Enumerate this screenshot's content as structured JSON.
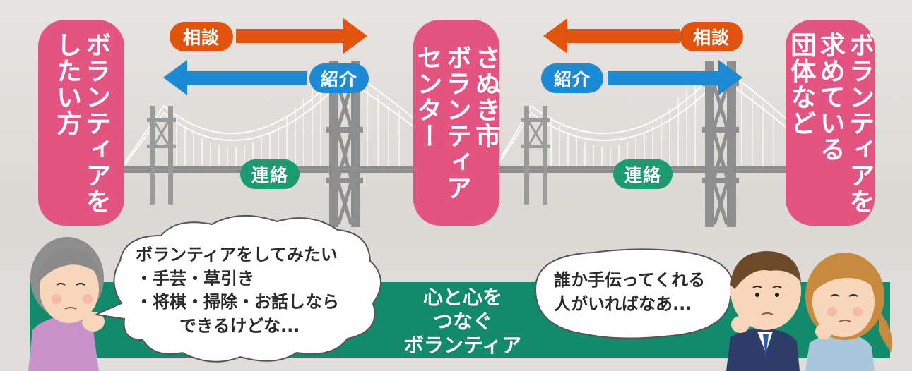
{
  "left_box": {
    "text": "ボランティアを\nしたい方"
  },
  "center_box": {
    "text": "さぬき市\nボランティア\nセンター"
  },
  "right_box": {
    "text": "ボランティアを\n求めている\n団体など"
  },
  "labels": {
    "consult": "相談",
    "introduce": "紹介",
    "contact": "連絡"
  },
  "banner": {
    "text": "心と心を\nつなぐ\nボランティア"
  },
  "left_bubble": {
    "title": "ボランティアをしてみたい",
    "line1": "・手芸・草引き",
    "line2": "・将棋・掃除・お話しなら",
    "line3": "できるけどな..."
  },
  "right_bubble": {
    "line1": "誰か手伝ってくれる",
    "line2": "人がいればなあ..."
  },
  "colors": {
    "pink": "#e35482",
    "orange": "#e2530e",
    "blue": "#1d8ad6",
    "green": "#1c9a72",
    "banner": "#138a6c"
  }
}
